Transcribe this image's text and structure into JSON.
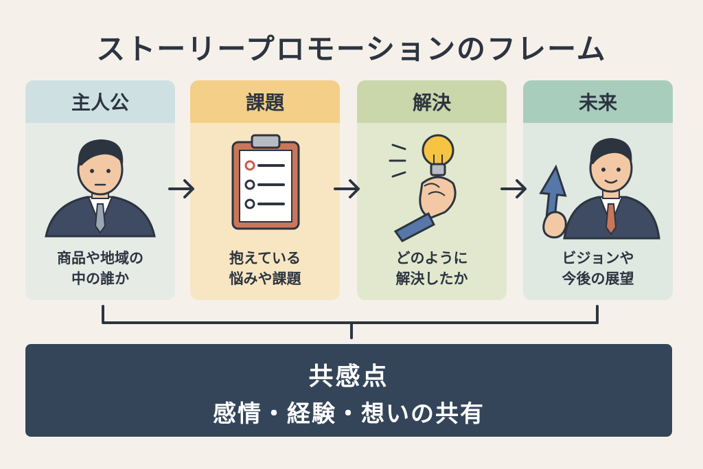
{
  "title": "ストーリープロモーションのフレーム",
  "cards": [
    {
      "label": "主人公",
      "desc": "商品や地域の\n中の誰か",
      "icon": "person-icon"
    },
    {
      "label": "課題",
      "desc": "抱えている\n悩みや課題",
      "icon": "clipboard-icon"
    },
    {
      "label": "解決",
      "desc": "どのように\n解決したか",
      "icon": "lightbulb-hand-icon"
    },
    {
      "label": "未来",
      "desc": "ビジョンや\n今後の展望",
      "icon": "person-pointing-up-icon"
    }
  ],
  "summary": {
    "heading": "共感点",
    "detail": "感情・経験・想いの共有"
  },
  "colors": {
    "background": "#f5f1ea",
    "dark_navy": "#34455a",
    "card1_header": "#cfe0e3",
    "card2_header": "#f3cf88",
    "card3_header": "#c9d7ab",
    "card4_header": "#a9cdbd"
  }
}
